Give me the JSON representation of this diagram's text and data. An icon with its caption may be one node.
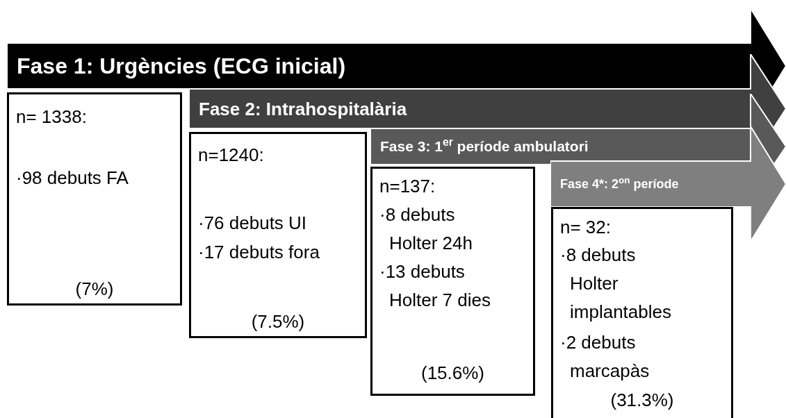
{
  "diagram": {
    "nodes": [
      {
        "text": [
          "Fase 1: Urgències (ECG inicial)"
        ]
      },
      {
        "text": [
          "n= 1338:",
          "·98 debuts FA",
          "(7%)"
        ]
      },
      {
        "text": [
          "Fase 2: Intrahospitalària"
        ]
      },
      {
        "text": [
          "n=1240:",
          "·76 debuts UI",
          "·17 debuts fora",
          "(7.5%)"
        ]
      },
      {
        "text": [
          "Fase 3: 1$^{er}$ període ambulatori"
        ]
      },
      {
        "text": [
          "n=137:",
          "·8 debuts Holter 24h",
          "·13 debuts Holter 7 dies",
          "(15.6%)"
        ]
      },
      {
        "text": [
          "Fase 4*: 2$^{on}$ període"
        ]
      },
      {
        "text": [
          "n= 32:",
          "·8 debuts Holter implantables",
          "·2 debuts marcapàs",
          "(31.3%)"
        ]
      }
    ]
  }
}
